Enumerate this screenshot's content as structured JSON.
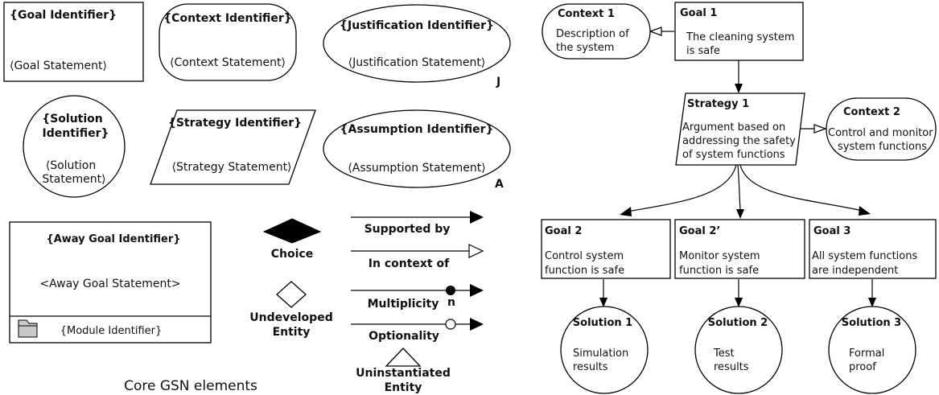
{
  "legend": {
    "goal": {
      "identifier": "{Goal Identifier}",
      "statement": "⟨Goal Statement⟩"
    },
    "context": {
      "identifier": "{Context Identifier}",
      "statement": "⟨Context Statement⟩"
    },
    "justification": {
      "identifier": "{Justification Identifier}",
      "statement": "⟨Justification Statement⟩",
      "tag": "J"
    },
    "solution": {
      "identifier_line1": "{Solution",
      "identifier_line2": "Identifier}",
      "statement_line1": "⟨Solution",
      "statement_line2": "Statement⟩"
    },
    "strategy": {
      "identifier": "{Strategy Identifier}",
      "statement": "⟨Strategy Statement⟩"
    },
    "assumption": {
      "identifier": "{Assumption Identifier}",
      "statement": "⟨Assumption Statement⟩",
      "tag": "A"
    },
    "away_goal": {
      "identifier": "{Away Goal Identifier}",
      "statement": "<Away Goal Statement>",
      "module": "{Module Identifier}"
    },
    "choice": "Choice",
    "undeveloped_line1": "Undeveloped",
    "undeveloped_line2": "Entity",
    "uninstantiated_line1": "Uninstantiated",
    "uninstantiated_line2": "Entity",
    "supported_by": "Supported by",
    "in_context_of": "In context of",
    "multiplicity": "Multiplicity",
    "multiplicity_n": "n",
    "optionality": "Optionality",
    "caption": "Core GSN elements"
  },
  "example": {
    "goal1": {
      "id": "Goal 1",
      "line1": "The cleaning system",
      "line2": "is safe"
    },
    "context1": {
      "id": "Context 1",
      "line1": "Description of",
      "line2": "the system"
    },
    "strategy1": {
      "id": "Strategy 1",
      "line1": "Argument based on",
      "line2": "addressing the safety",
      "line3": "of system functions"
    },
    "context2": {
      "id": "Context 2",
      "line1": "Control and monitor",
      "line2": "system functions"
    },
    "goal2": {
      "id": "Goal 2",
      "line1": "Control system",
      "line2": "function is safe"
    },
    "goal2p": {
      "id": "Goal 2’",
      "line1": "Monitor system",
      "line2": "function is safe"
    },
    "goal3": {
      "id": "Goal 3",
      "line1": "All system functions",
      "line2": "are independent"
    },
    "solution1": {
      "id": "Solution 1",
      "line1": "Simulation",
      "line2": "results"
    },
    "solution2": {
      "id": "Solution 2",
      "line1": "Test",
      "line2": "results"
    },
    "solution3": {
      "id": "Solution 3",
      "line1": "Formal",
      "line2": "proof"
    }
  }
}
